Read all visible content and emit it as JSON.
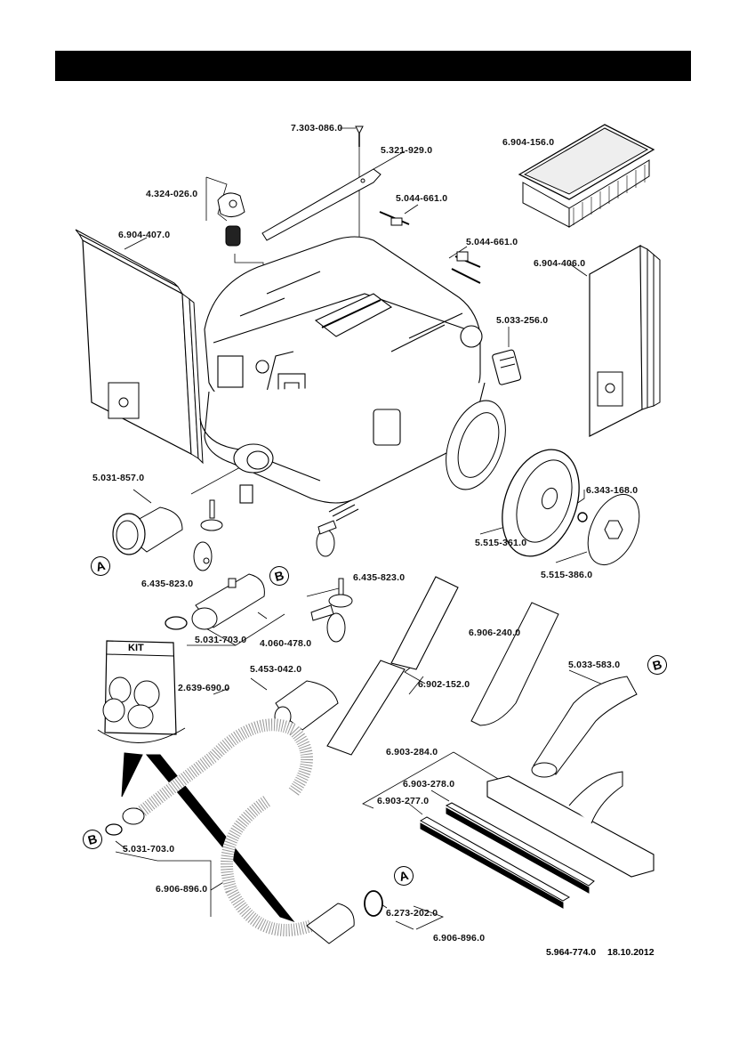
{
  "header": {
    "title": "",
    "color": "#000000"
  },
  "kit": {
    "label": "KIT"
  },
  "callouts": {
    "a": "A",
    "b": "B"
  },
  "parts": {
    "screw": "7.303-086.0",
    "cover_strip": "5.321-929.0",
    "flat_filter": "6.904-156.0",
    "knob": "4.324-026.0",
    "hose_holder_1": "5.044-661.0",
    "hose_holder_2": "5.044-661.0",
    "filter_bags_left": "6.904-407.0",
    "filter_bags_right": "6.904-406.0",
    "side_cover": "5.033-256.0",
    "connector_a": "5.031-857.0",
    "hub_nut": "6.343-168.0",
    "caster_left": "6.435-823.0",
    "caster_right": "6.435-823.0",
    "wheel": "5.515-361.0",
    "hubcap": "5.515-386.0",
    "clamp_ring_top": "5.031-703.0",
    "adapter_set": "4.060-478.0",
    "crevice_nozzle": "6.906-240.0",
    "kit": "2.639-690.0",
    "reducer": "5.453-042.0",
    "suction_tubes": "6.902-152.0",
    "elbow": "5.033-583.0",
    "floor_nozzle": "6.903-284.0",
    "strip_brush": "6.903-278.0",
    "rubber_strip": "6.903-277.0",
    "clamp_ring_bottom": "5.031-703.0",
    "hose_left": "6.906-896.0",
    "sleeve_ring": "6.273-202.0",
    "hose_right": "6.906-896.0"
  },
  "footer": {
    "doc_number": "5.964-774.0",
    "date": "18.10.2012"
  }
}
